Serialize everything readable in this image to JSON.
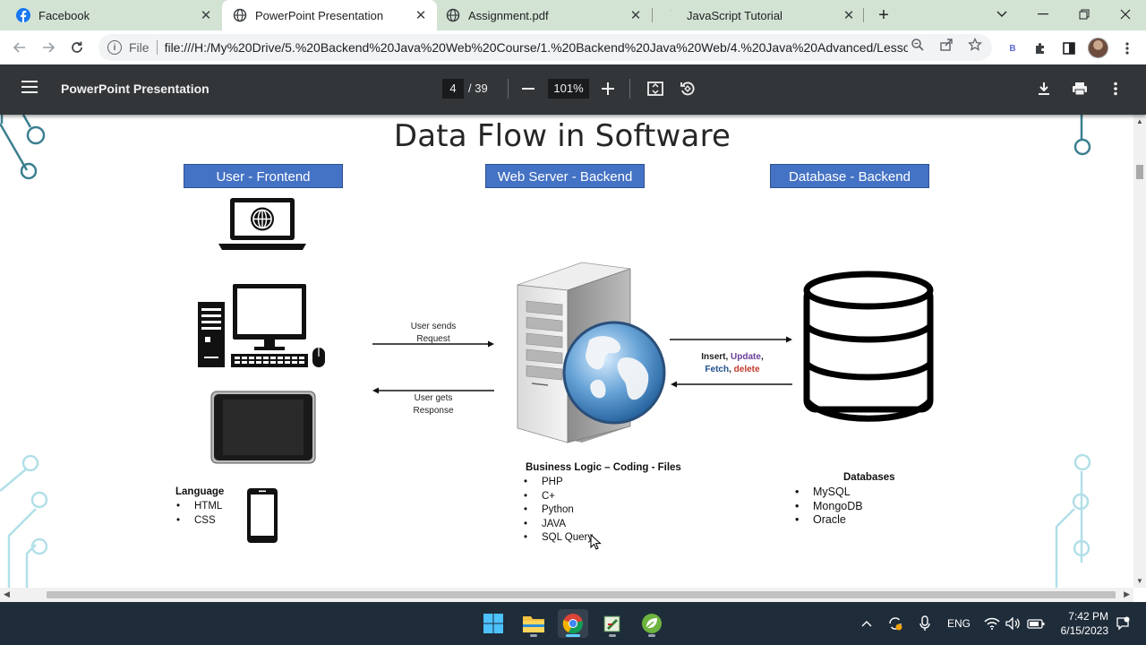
{
  "browser": {
    "tabs": [
      {
        "title": "Facebook",
        "icon": "facebook-icon"
      },
      {
        "title": "PowerPoint Presentation",
        "icon": "globe-icon",
        "active": true
      },
      {
        "title": "Assignment.pdf",
        "icon": "globe-icon"
      },
      {
        "title": "JavaScript Tutorial",
        "icon": "loading-icon"
      }
    ],
    "omnibox": {
      "scheme_label": "File",
      "url": "file:///H:/My%20Drive/5.%20Backend%20Java%20Web%20Course/1.%20Backend%20Java%20Web/4.%20Java%20Advanced/Lesson_..."
    },
    "extension_badge": "B"
  },
  "pdf_viewer": {
    "title": "PowerPoint Presentation",
    "current_page": "4",
    "total_pages": "/ 39",
    "zoom": "101%"
  },
  "slide": {
    "title": "Data Flow in Software",
    "headers": {
      "frontend": "User - Frontend",
      "server": "Web Server - Backend",
      "database": "Database - Backend"
    },
    "request_label_1": "User sends",
    "request_label_2": "Request",
    "response_label_1": "User gets",
    "response_label_2": "Response",
    "crud": {
      "insert": "Insert",
      "sep1": ", ",
      "update": "Update",
      "sep2": ",",
      "fetch": "Fetch",
      "sep3": ", ",
      "delete": "delete"
    },
    "language": {
      "title": "Language",
      "items": [
        "HTML",
        "CSS"
      ]
    },
    "business": {
      "title": "Business Logic – Coding - Files",
      "items": [
        "PHP",
        "C+",
        "Python",
        "JAVA",
        "SQL Query"
      ]
    },
    "databases": {
      "title": "Databases",
      "items": [
        "MySQL",
        "MongoDB",
        "Oracle"
      ]
    }
  },
  "taskbar": {
    "language": "ENG",
    "time": "7:42 PM",
    "date": "6/15/2023"
  },
  "colors": {
    "header_blue": "#4472c4",
    "tabstrip": "#d3e3d3",
    "pdf_toolbar": "#323639",
    "taskbar": "#1f2c3a"
  }
}
